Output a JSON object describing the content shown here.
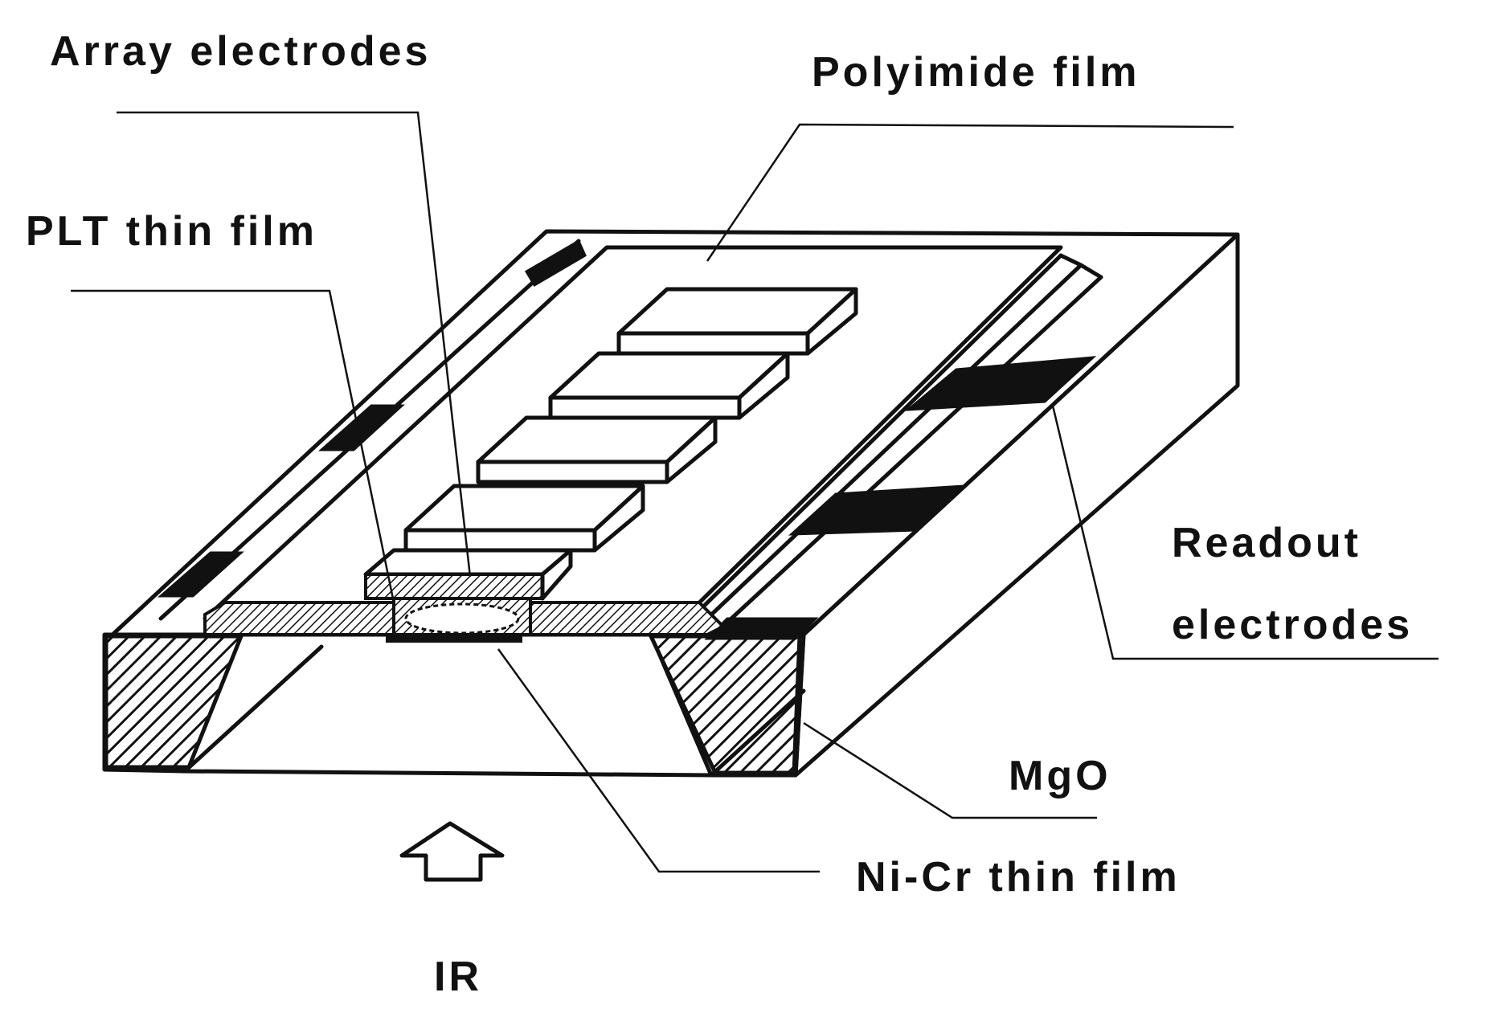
{
  "labels": {
    "array_electrodes": "Array electrodes",
    "polyimide_film": "Polyimide film",
    "plt_thin_film": "PLT thin film",
    "readout_line1": "Readout",
    "readout_line2": "electrodes",
    "mgo": "MgO",
    "nicr_thin_film": "Ni-Cr thin film",
    "ir": "IR"
  },
  "colors": {
    "ink": "#111111",
    "background": "#ffffff"
  }
}
